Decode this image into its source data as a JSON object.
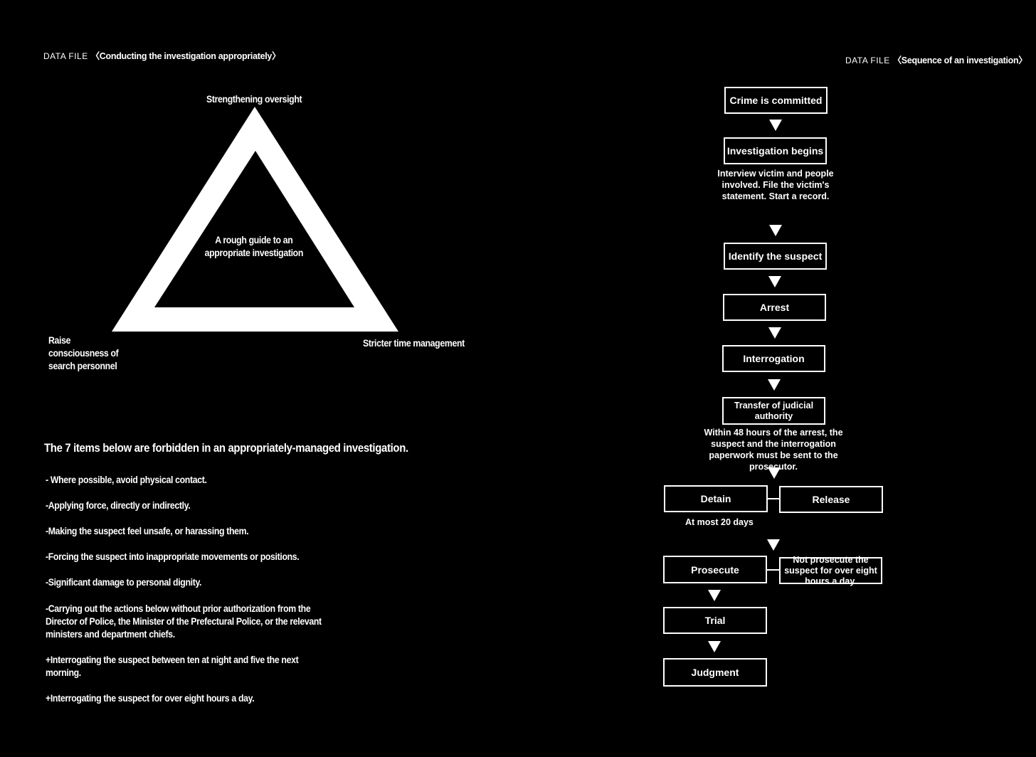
{
  "left": {
    "datafile_label": "DATA FILE",
    "datafile_title": "〈Conducting the investigation appropriately〉",
    "triangle": {
      "top": "Strengthening oversight",
      "center": "A rough guide to an appropriate investigation",
      "left": "Raise consciousness of search personnel",
      "right": "Stricter time management"
    },
    "heading": "The 7 items below are forbidden in an appropriately-managed investigation.",
    "items": [
      "- Where possible, avoid physical contact.",
      "-Applying force, directly or indirectly.",
      "-Making the suspect feel unsafe, or harassing them.",
      "-Forcing the suspect into inappropriate movements or positions.",
      "-Significant damage to personal dignity.",
      "-Carrying out the actions below without prior authorization from the Director of Police, the Minister of the Prefectural Police, or the relevant ministers and department chiefs.",
      "+Interrogating the suspect between ten at night and five the next morning.",
      "+Interrogating the suspect for over eight hours a day."
    ]
  },
  "right": {
    "datafile_label": "DATA FILE",
    "datafile_title": "〈Sequence of an investigation〉",
    "steps": {
      "crime": "Crime is committed",
      "begins": "Investigation begins",
      "begins_note": "Interview victim and people involved. File the victim's statement. Start a record.",
      "identify": "Identify the suspect",
      "arrest": "Arrest",
      "interrogation": "Interrogation",
      "transfer": "Transfer of judicial authority",
      "transfer_note": "Within 48 hours of the arrest, the suspect and the interrogation paperwork must be sent to the prosecutor.",
      "detain": "Detain",
      "release": "Release",
      "detain_note": "At most 20 days",
      "prosecute": "Prosecute",
      "not_prosecute": "Not prosecute the suspect for over eight hours a day.",
      "trial": "Trial",
      "judgment": "Judgment"
    }
  }
}
